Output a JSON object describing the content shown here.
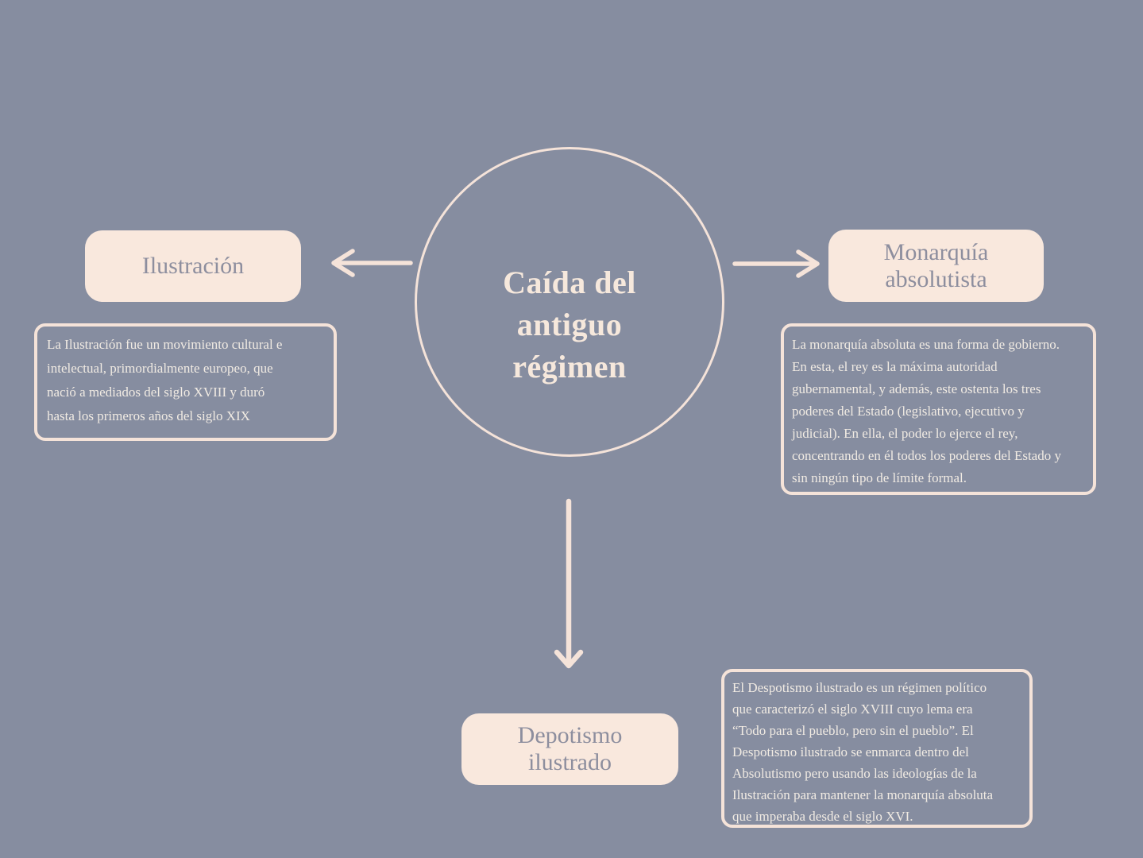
{
  "theme": {
    "bg": "#868da0",
    "cream": "#f9e8dd",
    "cream_border": "#f5e3d9",
    "title_text": "#f6e8dc",
    "label_text": "#8d8e9e",
    "paragraph_text": "#f1ebe3"
  },
  "center": {
    "title": "Caída del\nantiguo\nrégimen"
  },
  "nodes": {
    "ilustracion": {
      "label": "Ilustración",
      "description": "La Ilustración fue un movimiento cultural e\nintelectual, primordialmente europeo, que\nnació a mediados del siglo XVIII y duró\nhasta los primeros años del siglo XIX"
    },
    "monarquia": {
      "label": "Monarquía\nabsolutista",
      "description": "La monarquía absoluta es una forma de gobierno.\nEn esta, el rey es la máxima autoridad\ngubernamental, y además, este ostenta los tres\npoderes del Estado (legislativo, ejecutivo y\njudicial).  En ella, el poder lo ejerce el rey,\nconcentrando en él todos los poderes del Estado y\nsin ningún tipo de límite formal."
    },
    "despotismo": {
      "label": "Depotismo\nilustrado",
      "description": "El Despotismo ilustrado es un régimen político\nque caracterizó el siglo XVIII cuyo lema era\n“Todo para el pueblo, pero sin el pueblo”. El\nDespotismo ilustrado se enmarca dentro del\nAbsolutismo pero usando las ideologías de la\nIlustración para mantener la monarquía absoluta\nque imperaba desde el siglo XVI."
    }
  }
}
